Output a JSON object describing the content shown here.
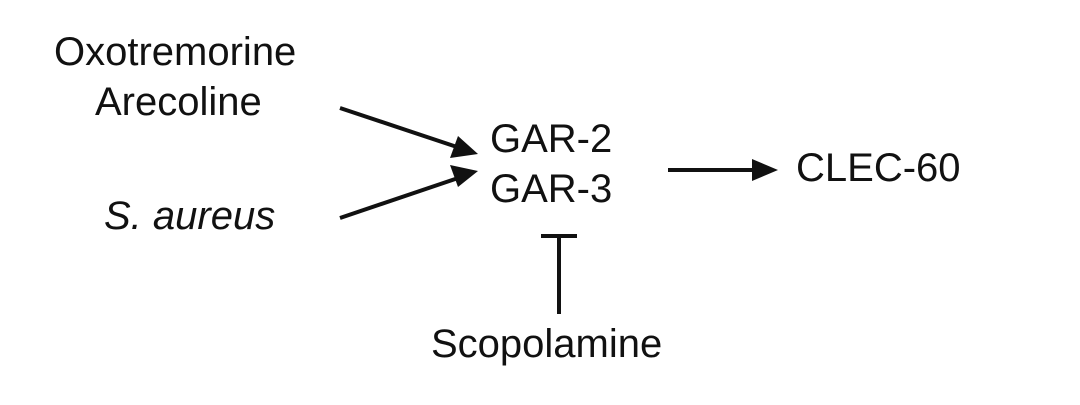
{
  "nodes": {
    "agonist_1": "Oxotremorine",
    "agonist_2": "Arecoline",
    "pathogen": "S. aureus",
    "receptor_1": "GAR-2",
    "receptor_2": "GAR-3",
    "target": "CLEC-60",
    "antagonist": "Scopolamine"
  },
  "edges": [
    {
      "from": "Oxotremorine / Arecoline",
      "to": "GAR-2 / GAR-3",
      "type": "activation"
    },
    {
      "from": "S. aureus",
      "to": "GAR-2 / GAR-3",
      "type": "activation"
    },
    {
      "from": "GAR-2 / GAR-3",
      "to": "CLEC-60",
      "type": "activation"
    },
    {
      "from": "Scopolamine",
      "to": "GAR-2 / GAR-3",
      "type": "inhibition"
    }
  ],
  "colors": {
    "text": "#111111",
    "line": "#111111",
    "background": "#ffffff"
  }
}
